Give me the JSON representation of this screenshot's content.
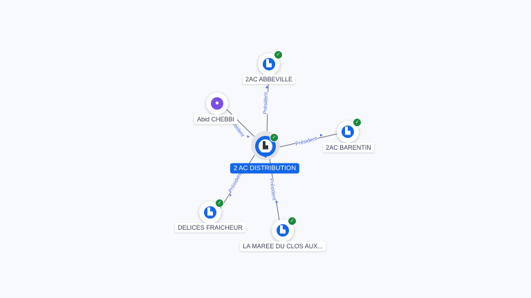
{
  "center": {
    "label": "2 AC DISTRIBUTION",
    "icon": "building-icon"
  },
  "nodes": [
    {
      "label": "2AC ABBEVILLE",
      "icon": "building-icon",
      "verified": true
    },
    {
      "label": "Abid CHEBBI",
      "icon": "person-icon",
      "verified": false
    },
    {
      "label": "2AC BARENTIN",
      "icon": "building-icon",
      "verified": true
    },
    {
      "label": "DELICES FRAICHEUR",
      "icon": "building-icon",
      "verified": true
    },
    {
      "label": "LA MAREE DU CLOS AUX...",
      "icon": "building-icon",
      "verified": true
    }
  ],
  "edges": [
    "Président",
    "Président",
    "Président",
    "Président",
    "Président"
  ],
  "colors": {
    "accent": "#1466e8",
    "person": "#7b4fe6",
    "verified": "#1a8a3d",
    "edge_label": "#5a6fd8"
  }
}
